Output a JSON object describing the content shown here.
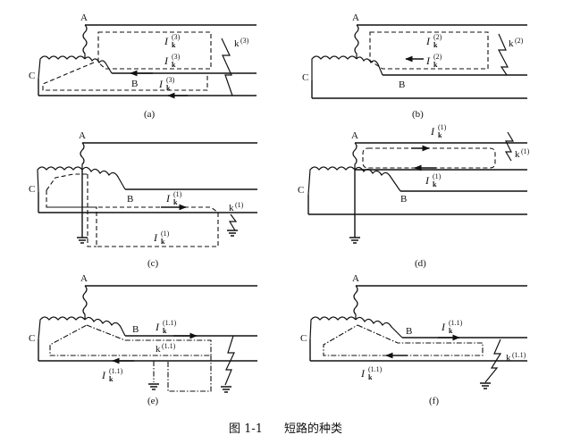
{
  "panels": [
    {
      "caption": "(a)",
      "phase_a": "A",
      "phase_b": "B",
      "phase_c": "C",
      "currents": [
        {
          "symbol": "I",
          "sub": "k",
          "sup": "(3)"
        },
        {
          "symbol": "I",
          "sub": "k",
          "sup": "(3)"
        },
        {
          "symbol": "I",
          "sub": "k",
          "sup": "(3)"
        }
      ],
      "fault": {
        "sub": "k",
        "sup": "(3)"
      }
    },
    {
      "caption": "(b)",
      "phase_a": "A",
      "phase_b": "B",
      "phase_c": "C",
      "currents": [
        {
          "symbol": "I",
          "sub": "k",
          "sup": "(2)"
        },
        {
          "symbol": "I",
          "sub": "k",
          "sup": "(2)"
        }
      ],
      "fault": {
        "sub": "k",
        "sup": "(2)"
      }
    },
    {
      "caption": "(c)",
      "phase_a": "A",
      "phase_b": "B",
      "phase_c": "C",
      "currents": [
        {
          "symbol": "I",
          "sub": "k",
          "sup": "(1)"
        },
        {
          "symbol": "I",
          "sub": "k",
          "sup": "(1)"
        }
      ],
      "fault": {
        "sub": "k",
        "sup": "(1)"
      }
    },
    {
      "caption": "(d)",
      "phase_a": "A",
      "phase_b": "B",
      "phase_c": "C",
      "currents": [
        {
          "symbol": "I",
          "sub": "k",
          "sup": "(1)"
        },
        {
          "symbol": "I",
          "sub": "k",
          "sup": "(1)"
        }
      ],
      "fault": {
        "sub": "k",
        "sup": "(1)"
      }
    },
    {
      "caption": "(e)",
      "phase_a": "A",
      "phase_b": "B",
      "phase_c": "C",
      "currents": [
        {
          "symbol": "I",
          "sub": "k",
          "sup": "(1.1)"
        },
        {
          "symbol": "I",
          "sub": "k",
          "sup": "(1.1)"
        }
      ],
      "fault": {
        "sub": "k",
        "sup": "(1.1)"
      }
    },
    {
      "caption": "(f)",
      "phase_a": "A",
      "phase_b": "B",
      "phase_c": "C",
      "currents": [
        {
          "symbol": "I",
          "sub": "k",
          "sup": "(1.1)"
        },
        {
          "symbol": "I",
          "sub": "k",
          "sup": "(1.1)"
        }
      ],
      "fault": {
        "sub": "k",
        "sup": "(1.1)"
      }
    }
  ],
  "figure": {
    "number": "图 1-1",
    "title": "短路的种类"
  }
}
